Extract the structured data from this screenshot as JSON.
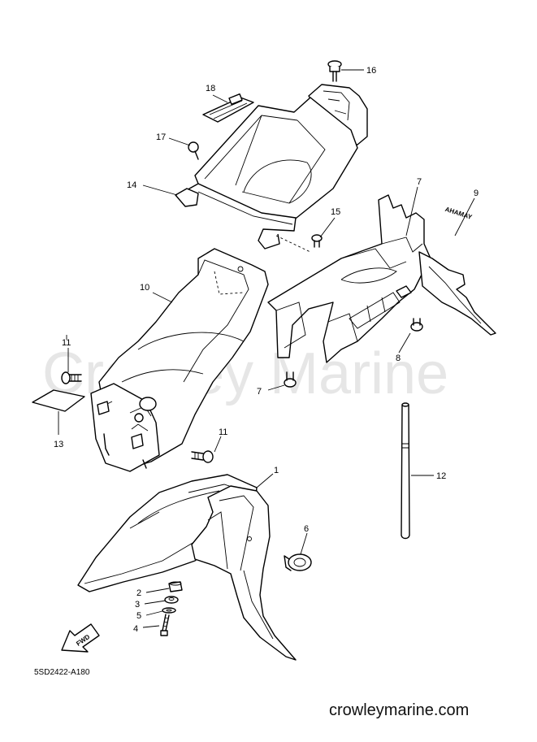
{
  "watermark": "Crowley Marine",
  "diagram_code": "5SD2422-A180",
  "site_footer": "crowleymarine.com",
  "decal_text": "AHAMAY",
  "fwd_label": "FWD",
  "callouts": {
    "c1": "1",
    "c2": "2",
    "c3": "3",
    "c4": "4",
    "c5": "5",
    "c6": "6",
    "c7a": "7",
    "c7b": "7",
    "c8": "8",
    "c9": "9",
    "c10": "10",
    "c11a": "11",
    "c11b": "11",
    "c12": "12",
    "c13": "13",
    "c14": "14",
    "c15": "15",
    "c16": "16",
    "c17": "17",
    "c18": "18"
  }
}
